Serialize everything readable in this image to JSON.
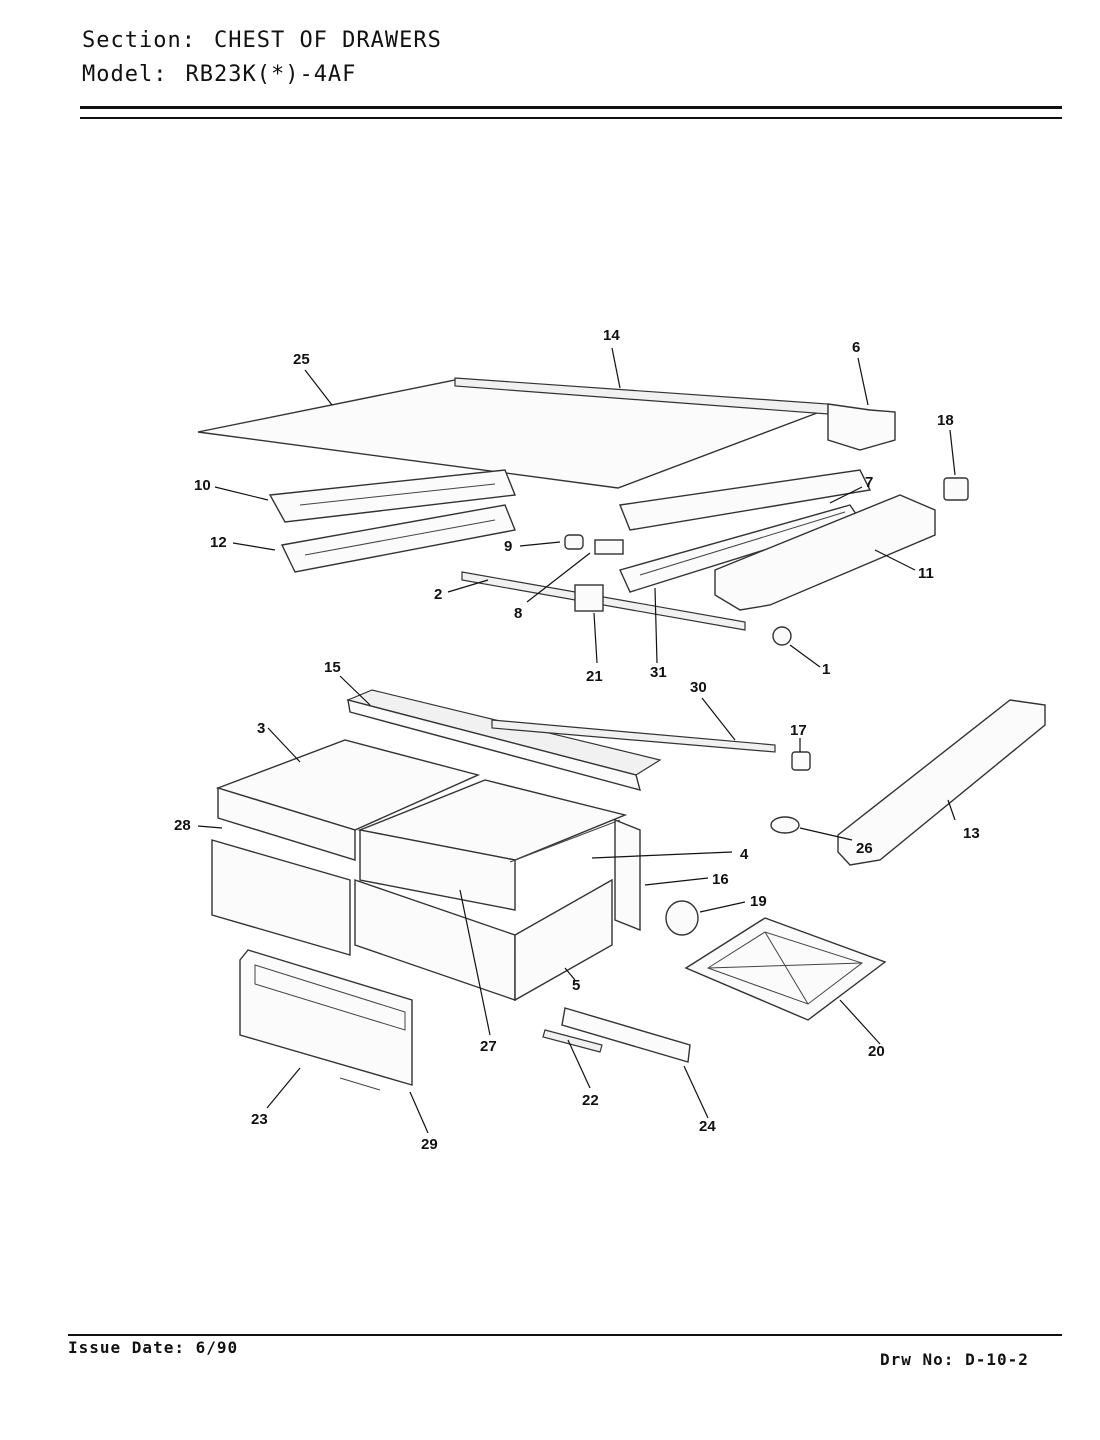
{
  "header": {
    "section_label": "Section:",
    "section_value": "CHEST OF DRAWERS",
    "model_label": "Model:",
    "model_value": "RB23K(*)-4AF"
  },
  "footer": {
    "issue_date": "Issue Date: 6/90",
    "drawing_no": "Drw No: D-10-2"
  },
  "callouts": [
    "1",
    "2",
    "3",
    "4",
    "5",
    "6",
    "7",
    "8",
    "9",
    "10",
    "11",
    "12",
    "13",
    "14",
    "15",
    "16",
    "17",
    "18",
    "19",
    "20",
    "21",
    "22",
    "23",
    "24",
    "25",
    "26",
    "27",
    "28",
    "29",
    "30",
    "31"
  ]
}
